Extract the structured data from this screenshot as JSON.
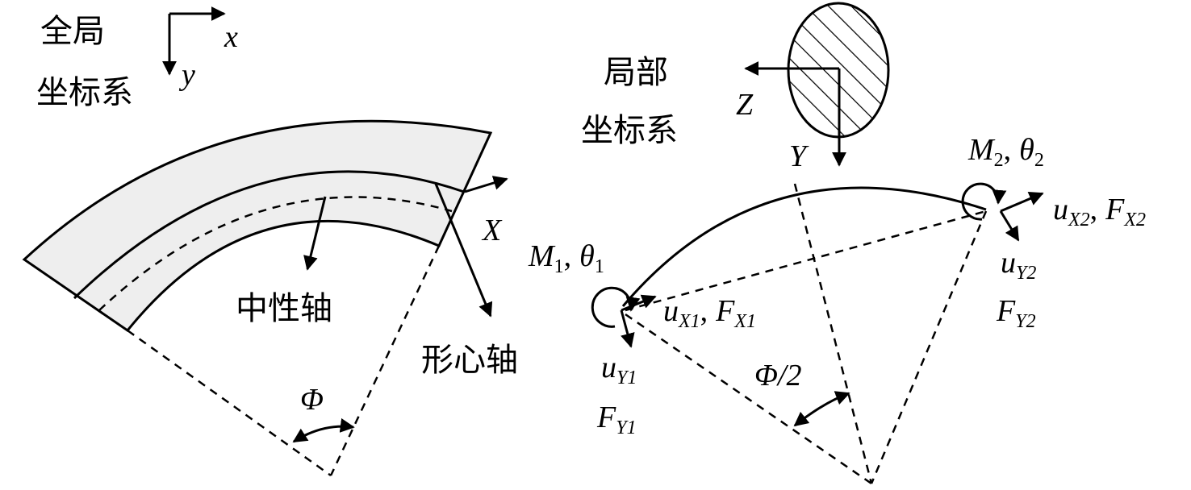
{
  "global_cs": {
    "title_line1": "全局",
    "title_line2": "坐标系",
    "x_axis": "x",
    "y_axis": "y"
  },
  "local_cs": {
    "title_line1": "局部",
    "title_line2": "坐标系",
    "z_axis": "Z",
    "y_axis": "Y"
  },
  "left_figure": {
    "x_label": "X",
    "neutral_axis": "中性轴",
    "centroid_axis": "形心轴",
    "angle": "Φ"
  },
  "right_figure": {
    "half_angle": "Φ/2",
    "node1": {
      "moment": "M",
      "moment_sub": "1",
      "rot": "θ",
      "rot_sub": "1",
      "ux": "u",
      "ux_sub": "X1",
      "fx": "F",
      "fx_sub": "X1",
      "uy": "u",
      "uy_sub": "Y1",
      "fy": "F",
      "fy_sub": "Y1"
    },
    "node2": {
      "moment": "M",
      "moment_sub": "2",
      "rot": "θ",
      "rot_sub": "2",
      "ux": "u",
      "ux_sub": "X2",
      "fx": "F",
      "fx_sub": "X2",
      "uy": "u",
      "uy_sub": "Y2",
      "fy": "F",
      "fy_sub": "Y2"
    },
    "comma": ","
  }
}
